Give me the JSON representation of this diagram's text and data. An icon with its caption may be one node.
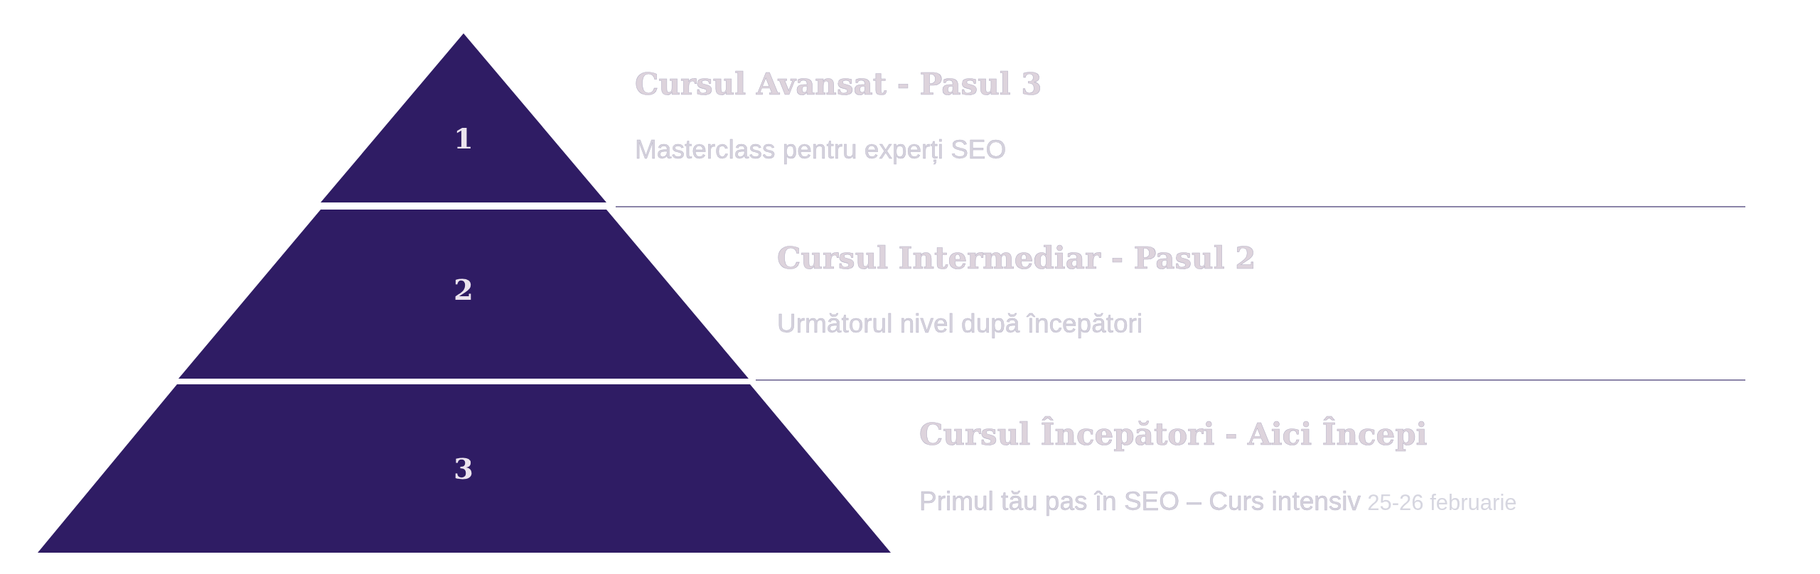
{
  "diagram": {
    "nodes": [
      {
        "text": [
          "1"
        ],
        "beside": [
          "Cursul Avansat - Pasul 3",
          "Masterclass pentru experți SEO"
        ]
      },
      {
        "text": [
          "2"
        ],
        "beside": [
          "Cursul Intermediar - Pasul 2",
          "Următorul nivel după începători"
        ]
      },
      {
        "text": [
          "3"
        ],
        "beside": [
          "Cursul Începători - Aici Începi",
          "Primul tău pas în SEO – Curs intensiv",
          "25-26 februarie"
        ]
      }
    ]
  }
}
